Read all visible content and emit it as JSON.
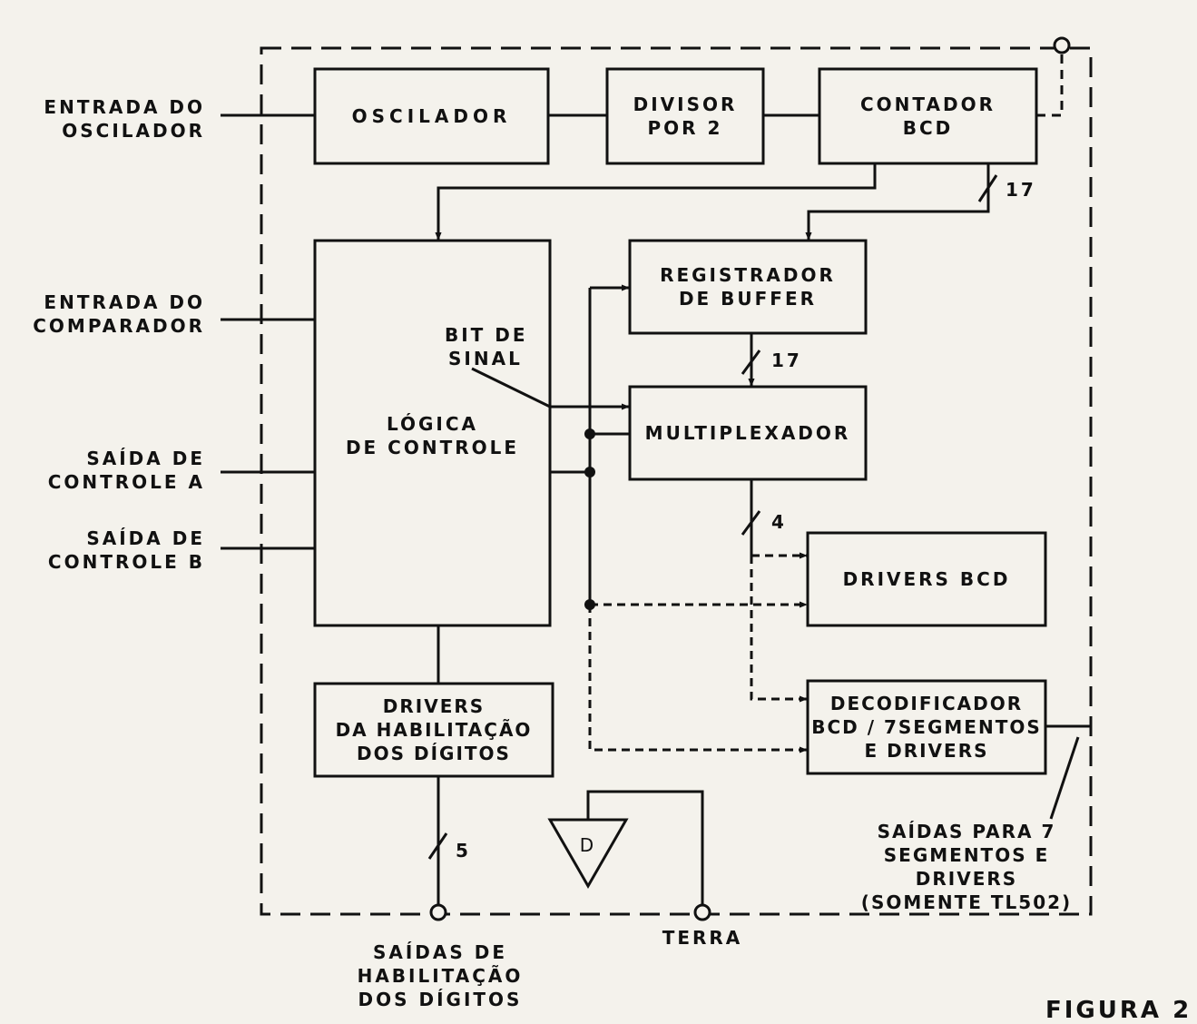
{
  "inputs": {
    "osc_in": [
      "ENTRADA DO",
      "OSCILADOR"
    ],
    "comp_in": [
      "ENTRADA DO",
      "COMPARADOR"
    ],
    "ctrl_a": [
      "SAÍDA DE",
      "CONTROLE A"
    ],
    "ctrl_b": [
      "SAÍDA DE",
      "CONTROLE B"
    ]
  },
  "blocks": {
    "oscilador": [
      "OSCILADOR"
    ],
    "divisor": [
      "DIVISOR",
      "POR 2"
    ],
    "contador": [
      "CONTADOR",
      "BCD"
    ],
    "logica": [
      "LÓGICA",
      "DE CONTROLE"
    ],
    "registrador": [
      "REGISTRADOR",
      "DE BUFFER"
    ],
    "multiplexador": [
      "MULTIPLEXADOR"
    ],
    "drivers_bcd": [
      "DRIVERS BCD"
    ],
    "decodificador": [
      "DECODIFICADOR",
      "BCD / 7SEGMENTOS",
      "E DRIVERS"
    ],
    "drivers_hab": [
      "DRIVERS",
      "DA HABILITAÇÃO",
      "DOS DÍGITOS"
    ],
    "diode": "D"
  },
  "bus_widths": {
    "counter_bus": "17",
    "register_bus": "17",
    "mux_bus": "4",
    "digit_bus": "5"
  },
  "annotations": {
    "bit_sinal": [
      "BIT DE",
      "SINAL"
    ],
    "seg_outputs": [
      "SAÍDAS PARA 7",
      "SEGMENTOS E",
      "DRIVERS",
      "(SOMENTE TL502)"
    ]
  },
  "pins": {
    "digit_enable": [
      "SAÍDAS DE",
      "HABILITAÇÃO",
      "DOS DÍGITOS"
    ],
    "ground": "TERRA"
  },
  "caption": "FIGURA 2"
}
